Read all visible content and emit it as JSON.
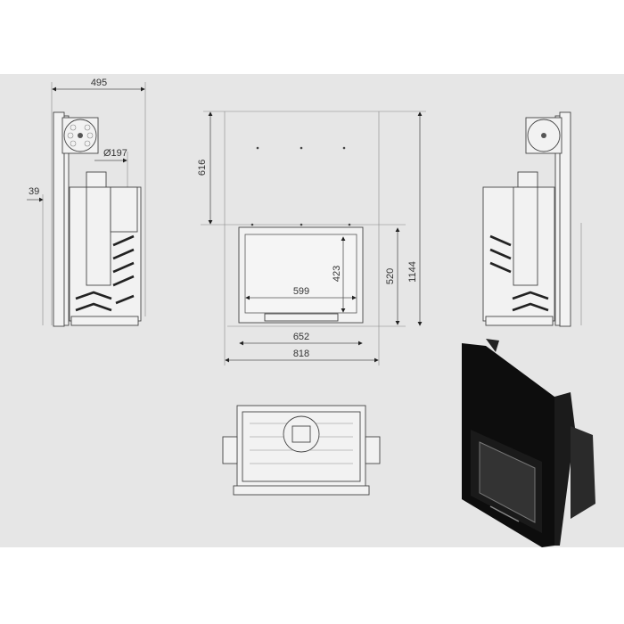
{
  "dimensions": {
    "side_depth": "495",
    "flue_diameter": "Ø197",
    "frame_offset": "39",
    "upper_panel_height": "616",
    "total_height": "1144",
    "front_height": "520",
    "glass_height": "423",
    "glass_width": "599",
    "front_width": "652",
    "total_width": "818"
  },
  "colors": {
    "background_band": "#e6e6e6",
    "line": "#555555",
    "insert_body": "#111111"
  }
}
